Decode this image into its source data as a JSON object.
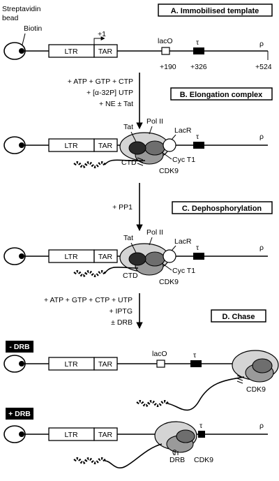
{
  "panels": {
    "a": {
      "title": "A. Immobilised template"
    },
    "b": {
      "title": "B. Elongation complex"
    },
    "c": {
      "title": "C. Dephosphorylation"
    },
    "d": {
      "title": "D. Chase"
    }
  },
  "labels": {
    "streptavidin": "Streptavidin",
    "bead": "bead",
    "biotin": "Biotin",
    "ltr": "LTR",
    "tar": "TAR",
    "lacO": "lacO",
    "tau": "τ",
    "rho": "ρ",
    "plus1": "+1",
    "pos190": "+190",
    "pos326": "+326",
    "pos524": "+524",
    "tat": "Tat",
    "polII": "Pol II",
    "lacR": "LacR",
    "cycT1": "Cyc T1",
    "cdk9": "CDK9",
    "ctd": "CTD",
    "drb": "DRB"
  },
  "steps": {
    "ab": [
      "+ ATP + GTP + CTP",
      "+ [α-32P] UTP",
      "+ NE ± Tat"
    ],
    "bc": [
      "+ PP1"
    ],
    "cd": [
      "+ ATP + GTP + CTP + UTP",
      "+ IPTG",
      "± DRB"
    ]
  },
  "badges": {
    "minus": "- DRB",
    "plus": "+ DRB"
  },
  "colors": {
    "pol_light": "#d4d4d4",
    "cdk9": "#9a9a9a",
    "cyc": "#6e6e6e",
    "tat": "#2b2b2b",
    "badge_bg": "#000000"
  }
}
